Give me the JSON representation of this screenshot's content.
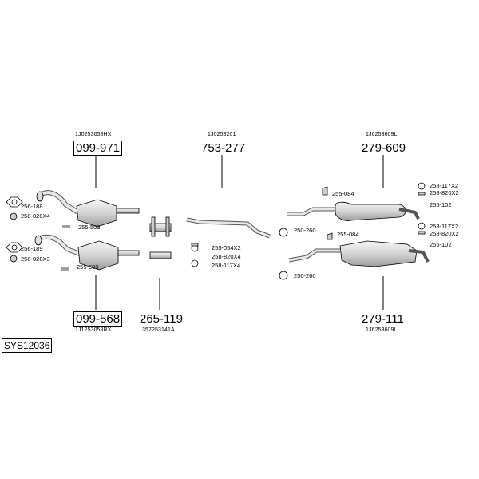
{
  "diagram": {
    "system_code": "SYS12036",
    "main_parts": [
      {
        "id": "p1",
        "number": "099-971",
        "oem": "1J0253058HX",
        "boxed": true
      },
      {
        "id": "p2",
        "number": "099-568",
        "oem": "1J1253058RX",
        "boxed": true
      },
      {
        "id": "p3",
        "number": "265-119",
        "oem": "357253141A",
        "boxed": false
      },
      {
        "id": "p4",
        "number": "753-277",
        "oem": "1J0253201",
        "boxed": false
      },
      {
        "id": "p5",
        "number": "279-609",
        "oem": "1J6253609L",
        "boxed": false
      },
      {
        "id": "p6",
        "number": "279-111",
        "oem": "1J6253609L",
        "boxed": false
      }
    ],
    "small_parts": [
      "256-188",
      "258-028X4",
      "255-503",
      "256-189",
      "258-028X3",
      "255-503",
      "255-054X2",
      "258-820X4",
      "258-117X4",
      "255-084",
      "250-260",
      "258-117X2",
      "258-820X2",
      "255-102",
      "255-084",
      "250-260",
      "258-117X2",
      "258-820X2",
      "255-102"
    ],
    "colors": {
      "line": "#000000",
      "part_fill": "#e4e4e4",
      "part_shade": "#b8b8b8",
      "background": "#ffffff"
    }
  }
}
